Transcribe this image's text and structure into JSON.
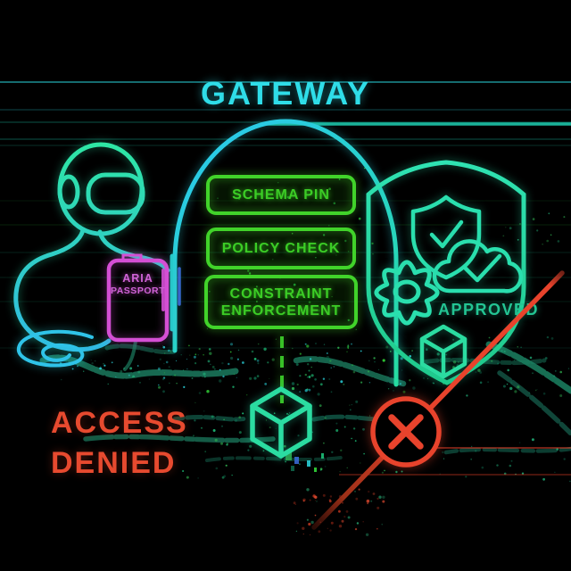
{
  "title": "GATEWAY",
  "pipeline": {
    "box1": "SCHEMA PIN",
    "box2": "POLICY CHECK",
    "box3_line1": "CONSTRAINT",
    "box3_line2": "ENFORCEMENT"
  },
  "passport": {
    "line1": "ARIA",
    "line2": "PASSPORT"
  },
  "status": {
    "approved": "APPROVED",
    "denied_line1": "ACCESS",
    "denied_line2": "DENIED"
  },
  "colors": {
    "background": "#000000",
    "cyan": "#2bdde9",
    "green": "#3fd62c",
    "teal": "#23d1a0",
    "pink": "#d44fd4",
    "red": "#e8432c"
  },
  "icons": {
    "person": "person-figure-icon",
    "visor": "visor-icon",
    "passport_card": "passport-card-icon",
    "gateway_arch": "gateway-arch-icon",
    "shield_badge": "shield-badge-icon",
    "shield_check": "shield-check-icon",
    "cloud_check": "cloud-check-icon",
    "gear": "gear-icon",
    "cube": "cube-icon",
    "small_cube": "small-cube-icon",
    "denied_x": "x-circle-icon",
    "strike_line": "strike-line-icon"
  }
}
